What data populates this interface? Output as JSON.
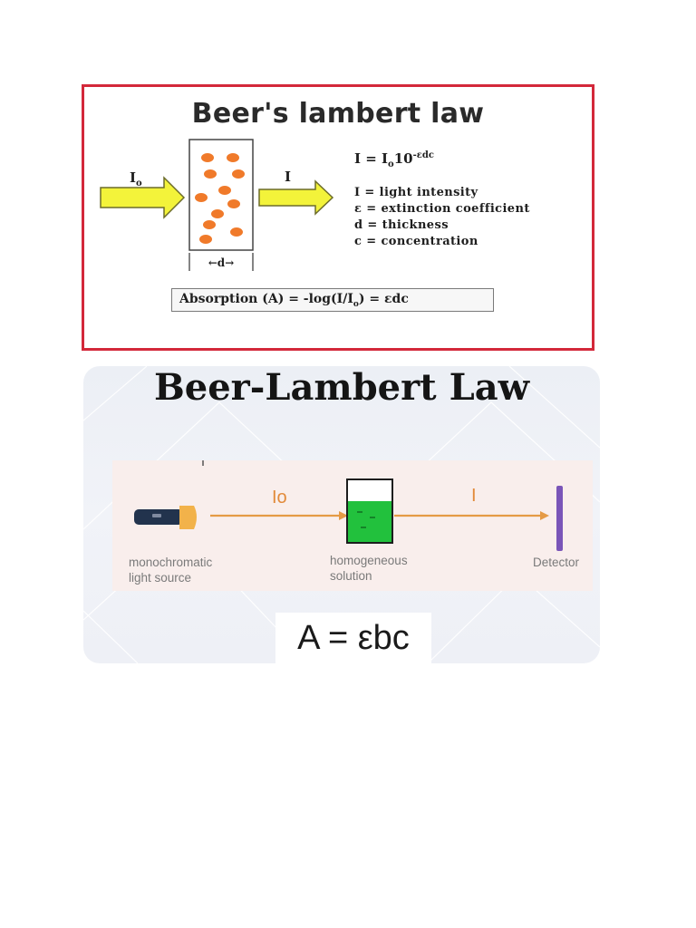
{
  "panel1": {
    "title": "Beer's lambert law",
    "incident_label": "I",
    "incident_sub": "o",
    "transmitted_label": "I",
    "thickness_label": "←d→",
    "equation": {
      "lhs": "I = I",
      "sub": "o",
      "base": "10",
      "exp": "-εdc"
    },
    "definitions": [
      "I = light intensity",
      "ε = extinction coefficient",
      "d = thickness",
      "c = concentration"
    ],
    "absorption": {
      "prefix": "Absorption (A) = -log(I/I",
      "sub": "o",
      "suffix": ") = εdc"
    },
    "colors": {
      "frame": "#d3283a",
      "arrow": "#f3f33a",
      "particle": "#f07a2a"
    }
  },
  "panel2": {
    "title": "Beer-Lambert Law",
    "incident_label": "Io",
    "transmitted_label": "I",
    "source_label": [
      "monochromatic",
      "light source"
    ],
    "sample_label": [
      "homogeneous",
      "solution"
    ],
    "detector_label": "Detector",
    "formula": "A = εbc",
    "icons": [
      "flashlight-icon",
      "beaker-icon",
      "detector-icon"
    ],
    "colors": {
      "beam": "#e59a45",
      "solution": "#22c13d",
      "detector": "#7a55b8",
      "flashlight_body": "#22334d",
      "flashlight_head": "#f2b24a"
    }
  }
}
